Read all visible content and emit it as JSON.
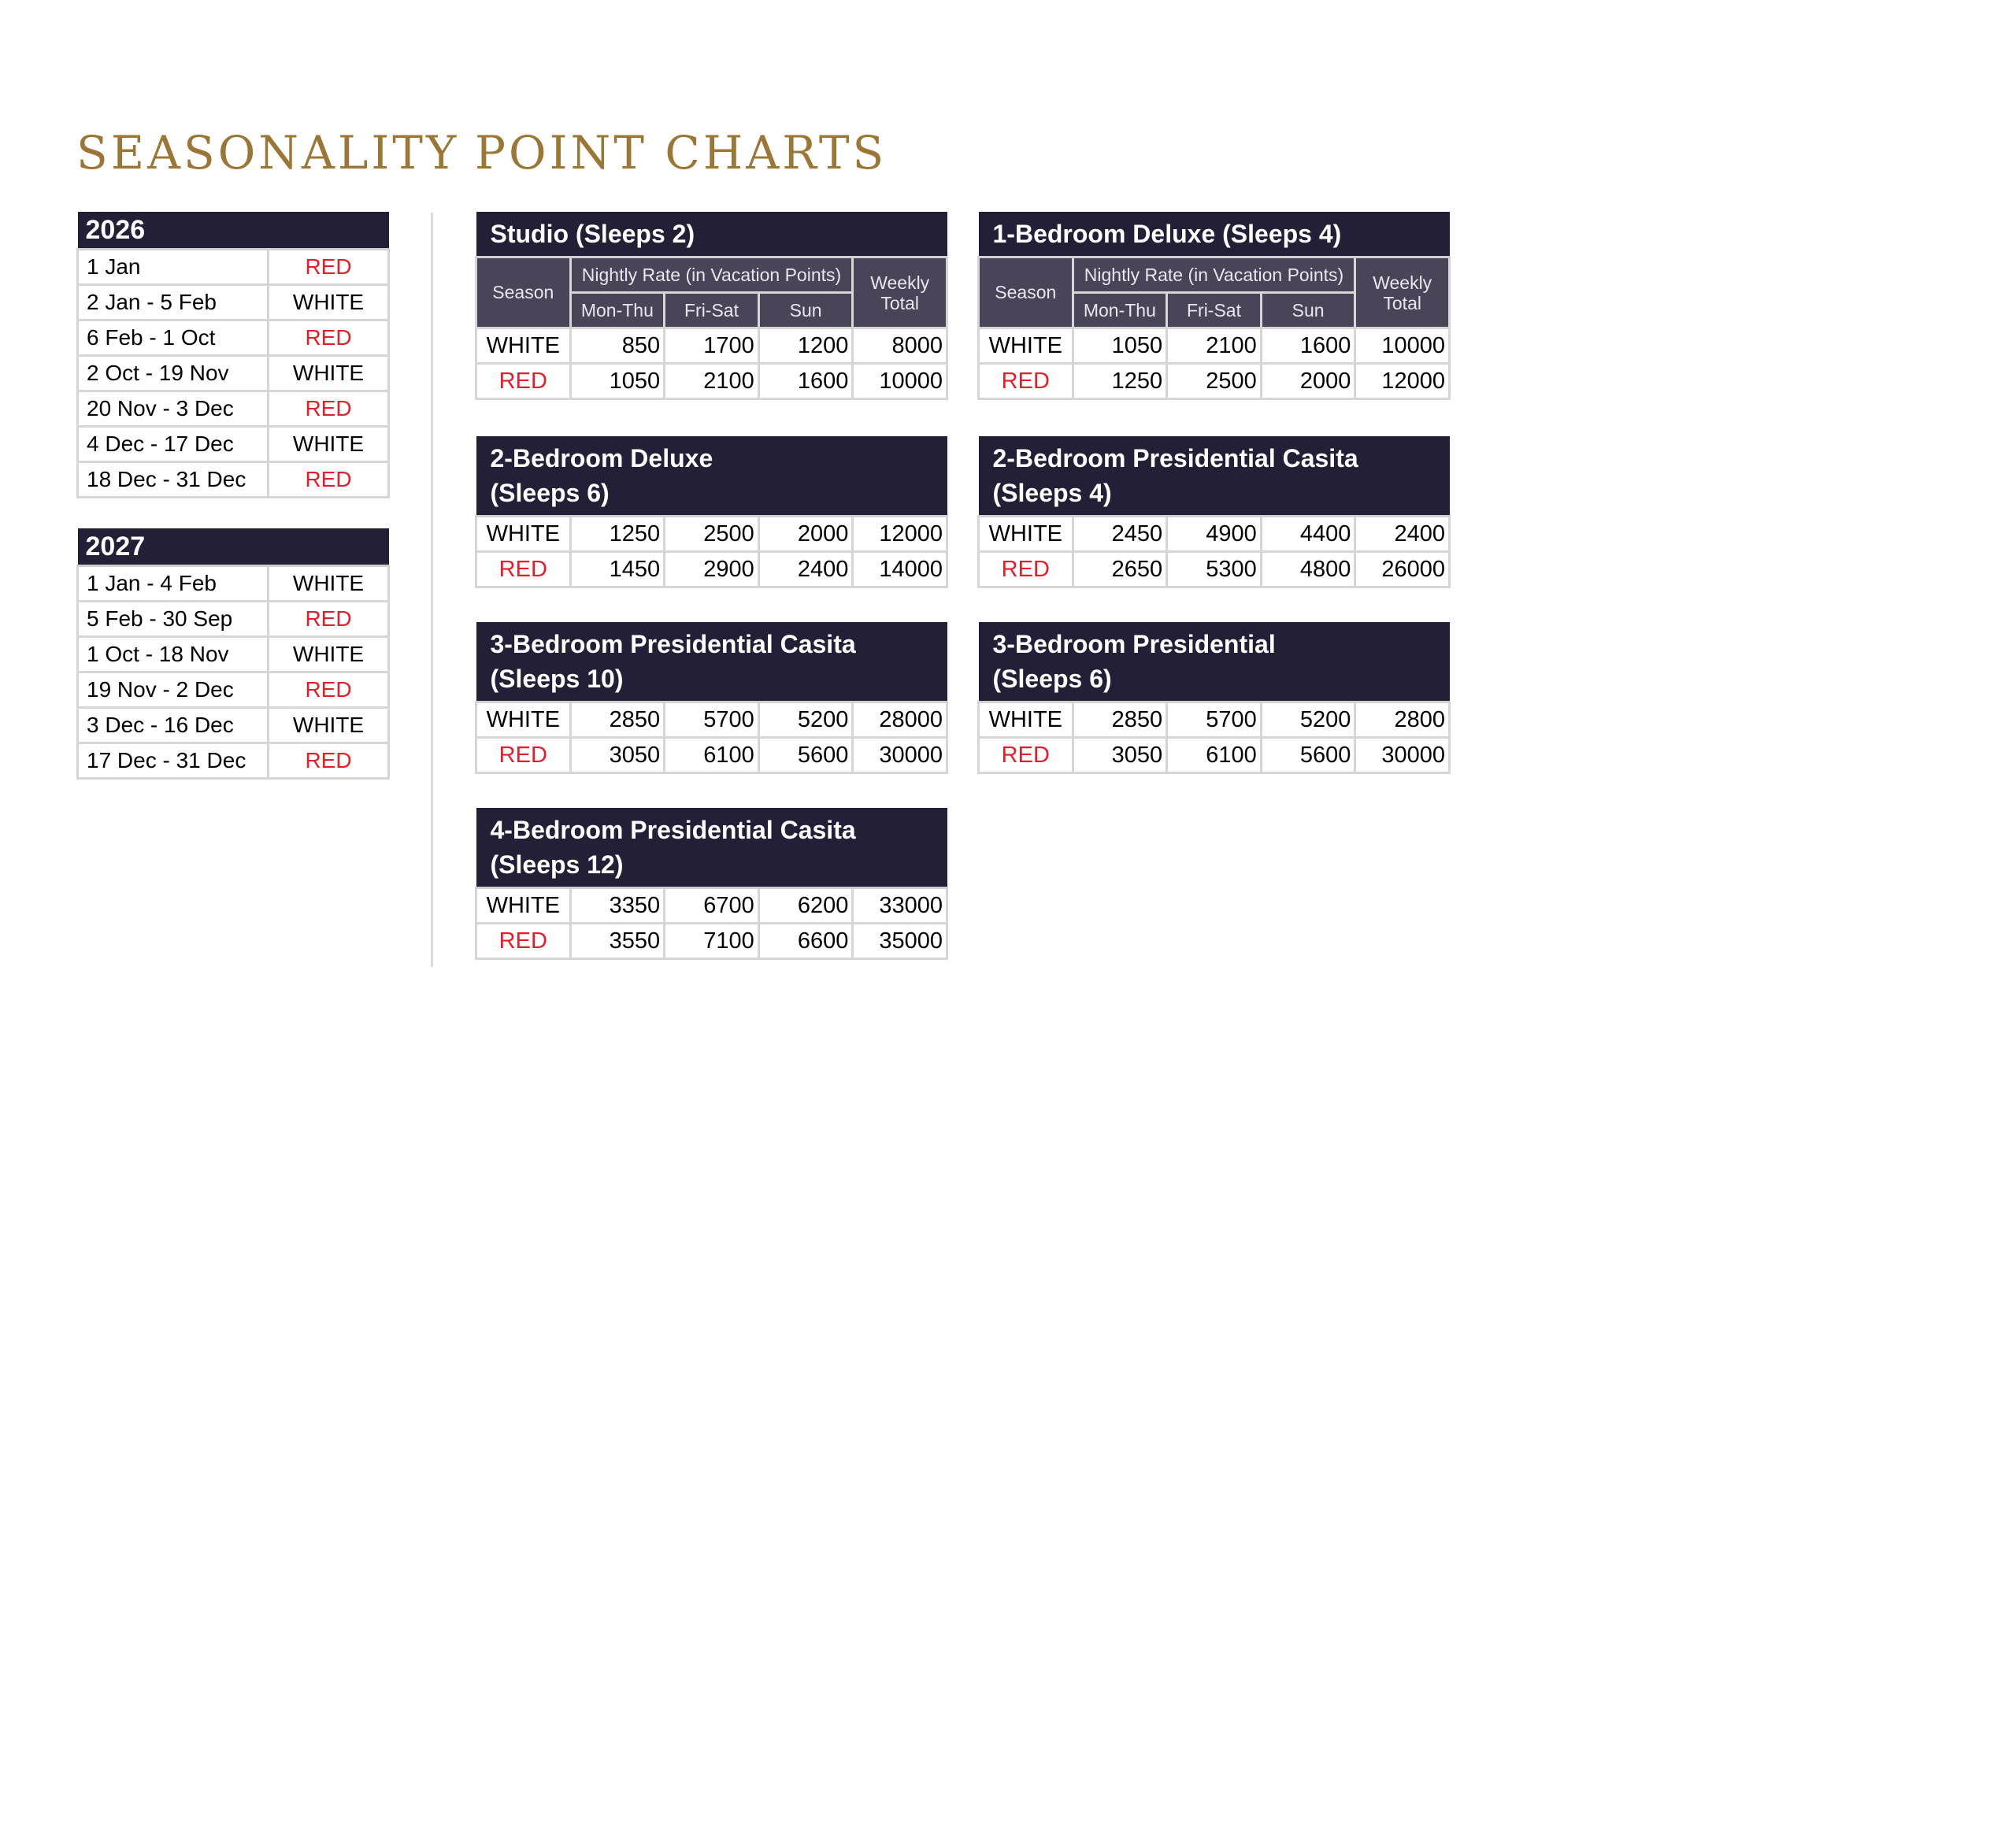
{
  "headings": {
    "seasonality": "SEASONALITY",
    "point_charts": "POINT CHARTS"
  },
  "seasonality": [
    {
      "year": "2026",
      "rows": [
        [
          "1 Jan",
          "RED"
        ],
        [
          "2 Jan - 5 Feb",
          "WHITE"
        ],
        [
          "6 Feb - 1 Oct",
          "RED"
        ],
        [
          "2 Oct - 19 Nov",
          "WHITE"
        ],
        [
          "20 Nov - 3 Dec",
          "RED"
        ],
        [
          "4 Dec - 17 Dec",
          "WHITE"
        ],
        [
          "18 Dec - 31 Dec",
          "RED"
        ]
      ]
    },
    {
      "year": "2027",
      "rows": [
        [
          "1 Jan - 4 Feb",
          "WHITE"
        ],
        [
          "5 Feb - 30 Sep",
          "RED"
        ],
        [
          "1 Oct - 18 Nov",
          "WHITE"
        ],
        [
          "19 Nov - 2 Dec",
          "RED"
        ],
        [
          "3 Dec - 16 Dec",
          "WHITE"
        ],
        [
          "17 Dec - 31 Dec",
          "RED"
        ]
      ]
    }
  ],
  "column_headers": {
    "season": "Season",
    "nightly": "Nightly Rate (in Vacation Points)",
    "mon_thu": "Mon-Thu",
    "fri_sat": "Fri-Sat",
    "sun": "Sun",
    "weekly": "Weekly Total"
  },
  "point_charts": [
    {
      "title": "Studio (Sleeps 2)",
      "title_line2": "",
      "has_header": true,
      "rows": [
        [
          "WHITE",
          "850",
          "1700",
          "1200",
          "8000"
        ],
        [
          "RED",
          "1050",
          "2100",
          "1600",
          "10000"
        ]
      ]
    },
    {
      "title": "1-Bedroom Deluxe (Sleeps 4)",
      "title_line2": "",
      "has_header": true,
      "rows": [
        [
          "WHITE",
          "1050",
          "2100",
          "1600",
          "10000"
        ],
        [
          "RED",
          "1250",
          "2500",
          "2000",
          "12000"
        ]
      ]
    },
    {
      "title": "2-Bedroom Deluxe",
      "title_line2": "(Sleeps 6)",
      "has_header": false,
      "rows": [
        [
          "WHITE",
          "1250",
          "2500",
          "2000",
          "12000"
        ],
        [
          "RED",
          "1450",
          "2900",
          "2400",
          "14000"
        ]
      ]
    },
    {
      "title": "2-Bedroom Presidential Casita",
      "title_line2": "(Sleeps 4)",
      "has_header": false,
      "rows": [
        [
          "WHITE",
          "2450",
          "4900",
          "4400",
          "2400"
        ],
        [
          "RED",
          "2650",
          "5300",
          "4800",
          "26000"
        ]
      ]
    },
    {
      "title": "3-Bedroom Presidential Casita",
      "title_line2": "(Sleeps 10)",
      "has_header": false,
      "rows": [
        [
          "WHITE",
          "2850",
          "5700",
          "5200",
          "28000"
        ],
        [
          "RED",
          "3050",
          "6100",
          "5600",
          "30000"
        ]
      ]
    },
    {
      "title": "3-Bedroom Presidential",
      "title_line2": "(Sleeps 6)",
      "has_header": false,
      "rows": [
        [
          "WHITE",
          "2850",
          "5700",
          "5200",
          "2800"
        ],
        [
          "RED",
          "3050",
          "6100",
          "5600",
          "30000"
        ]
      ]
    },
    {
      "title": "4-Bedroom Presidential Casita",
      "title_line2": "(Sleeps 12)",
      "has_header": false,
      "rows": [
        [
          "WHITE",
          "3350",
          "6700",
          "6200",
          "33000"
        ],
        [
          "RED",
          "3550",
          "7100",
          "6600",
          "35000"
        ]
      ]
    }
  ],
  "colors": {
    "red": "#e31e2a",
    "navy": "#231f36",
    "gold": "#9b7635"
  }
}
